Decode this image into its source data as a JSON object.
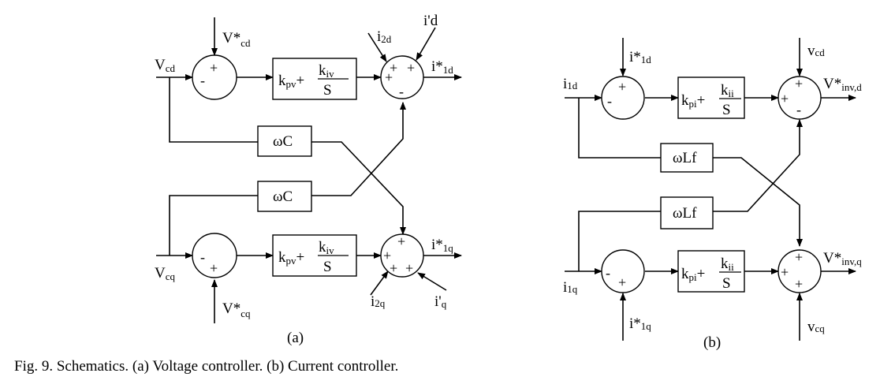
{
  "caption": "Fig. 9. Schematics. (a) Voltage controller. (b) Current controller.",
  "panel_a": {
    "label": "(a)",
    "d_axis": {
      "input_label": "V",
      "input_sub": "cd",
      "ref_label": "V*",
      "ref_sub": "cd",
      "pi_kp": "k",
      "pi_kp_sub": "pv",
      "pi_plus": "+",
      "pi_ki": "k",
      "pi_ki_sub": "iv",
      "pi_s": "S",
      "in2_label": "i",
      "in2_sub": "2d",
      "in3_label": "i'd",
      "out_label": "i*",
      "out_sub": "1d",
      "sj1_signs": [
        "+",
        "-"
      ],
      "sj2_signs": [
        "+",
        "+",
        "+",
        "-"
      ]
    },
    "q_axis": {
      "input_label": "V",
      "input_sub": "cq",
      "ref_label": "V*",
      "ref_sub": "cq",
      "pi_kp": "k",
      "pi_kp_sub": "pv",
      "pi_plus": "+",
      "pi_ki": "k",
      "pi_ki_sub": "iv",
      "pi_s": "S",
      "in2_label": "i",
      "in2_sub": "2q",
      "in3_label": "i'",
      "in3_sub": "q",
      "out_label": "i*",
      "out_sub": "1q",
      "sj1_signs": [
        "-",
        "+"
      ],
      "sj2_signs": [
        "+",
        "+",
        "+",
        "+"
      ]
    },
    "cross_top": "ωC",
    "cross_bottom": "ωC"
  },
  "panel_b": {
    "label": "(b)",
    "d_axis": {
      "input_label": "i",
      "input_sub": "1d",
      "ref_label": "i*",
      "ref_sub": "1d",
      "pi_kp": "k",
      "pi_kp_sub": "pi",
      "pi_plus": "+",
      "pi_ki": "k",
      "pi_ki_sub": "ii",
      "pi_s": "S",
      "ff_label": "v",
      "ff_sub": "cd",
      "out_label": "V*",
      "out_sub": "inv,d",
      "sj1_signs": [
        "+",
        "-"
      ],
      "sj2_signs": [
        "+",
        "+",
        "-"
      ]
    },
    "q_axis": {
      "input_label": "i",
      "input_sub": "1q",
      "ref_label": "i*",
      "ref_sub": "1q",
      "pi_kp": "k",
      "pi_kp_sub": "pi",
      "pi_plus": "+",
      "pi_ki": "k",
      "pi_ki_sub": "ii",
      "pi_s": "S",
      "ff_label": "v",
      "ff_sub": "cq",
      "out_label": "V*",
      "out_sub": "inv,q",
      "sj1_signs": [
        "-",
        "+"
      ],
      "sj2_signs": [
        "+",
        "+",
        "+"
      ]
    },
    "cross_top": "ωLf",
    "cross_bottom": "ωLf"
  }
}
